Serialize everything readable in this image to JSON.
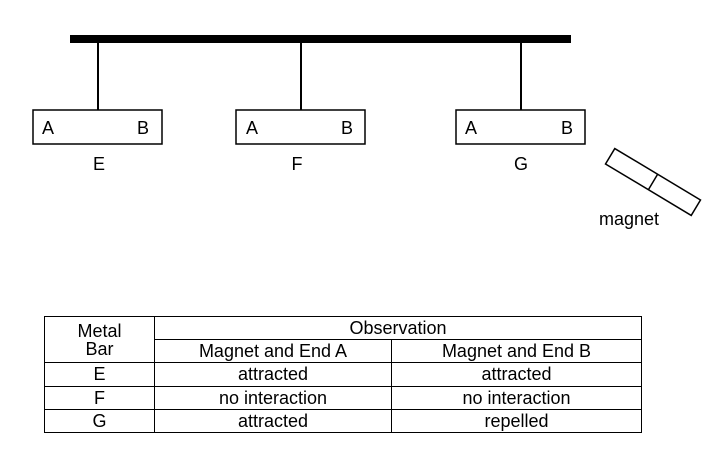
{
  "diagram": {
    "bars": [
      {
        "end_a": "A",
        "end_b": "B",
        "name": "E"
      },
      {
        "end_a": "A",
        "end_b": "B",
        "name": "F"
      },
      {
        "end_a": "A",
        "end_b": "B",
        "name": "G"
      }
    ],
    "magnet_label": "magnet"
  },
  "table": {
    "header_col": "Metal Bar",
    "header_group": "Observation",
    "sub_headers": [
      "Magnet and End A",
      "Magnet and End B"
    ],
    "rows": [
      {
        "bar": "E",
        "end_a": "attracted",
        "end_b": "attracted"
      },
      {
        "bar": "F",
        "end_a": "no interaction",
        "end_b": "no interaction"
      },
      {
        "bar": "G",
        "end_a": "attracted",
        "end_b": "repelled"
      }
    ]
  }
}
